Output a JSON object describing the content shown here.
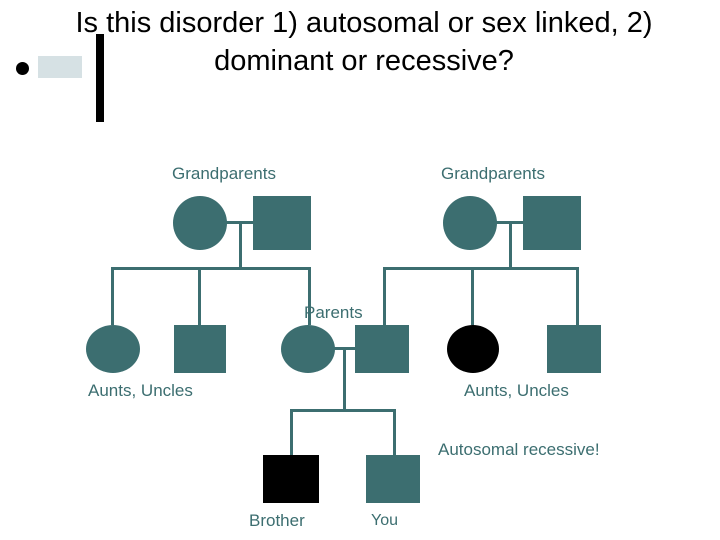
{
  "slide": {
    "title": "Is this disorder 1) autosomal or sex linked, 2) dominant or recessive?",
    "bullet_icon": "bullet-dot-icon"
  },
  "colors": {
    "teal": "#3c6e70",
    "filled": "#000000",
    "text": "#000000",
    "background": "#ffffff"
  },
  "pedigree": {
    "labels": {
      "grandparents_left": "Grandparents",
      "grandparents_right": "Grandparents",
      "parents": "Parents",
      "aunts_uncles_left": "Aunts, Uncles",
      "aunts_uncles_right": "Aunts, Uncles",
      "brother": "Brother",
      "you": "You",
      "answer": "Autosomal recessive!"
    },
    "generations": [
      {
        "name": "grandparents",
        "individuals": [
          {
            "id": "gp1-female",
            "shape": "circle",
            "affected": false
          },
          {
            "id": "gp1-male",
            "shape": "square",
            "affected": false
          },
          {
            "id": "gp2-female",
            "shape": "circle",
            "affected": false
          },
          {
            "id": "gp2-male",
            "shape": "square",
            "affected": false
          }
        ]
      },
      {
        "name": "parents-generation",
        "individuals": [
          {
            "id": "aunt-left-circle",
            "shape": "circle",
            "affected": false
          },
          {
            "id": "uncle-left-square",
            "shape": "square",
            "affected": false
          },
          {
            "id": "mother-circle",
            "shape": "circle",
            "affected": false
          },
          {
            "id": "father-square",
            "shape": "square",
            "affected": false
          },
          {
            "id": "aunt-right-circle",
            "shape": "circle",
            "affected": true
          },
          {
            "id": "uncle-right-square",
            "shape": "square",
            "affected": false
          }
        ]
      },
      {
        "name": "children",
        "individuals": [
          {
            "id": "brother-square",
            "shape": "square",
            "affected": true
          },
          {
            "id": "you-square",
            "shape": "square",
            "affected": false
          }
        ]
      }
    ]
  }
}
